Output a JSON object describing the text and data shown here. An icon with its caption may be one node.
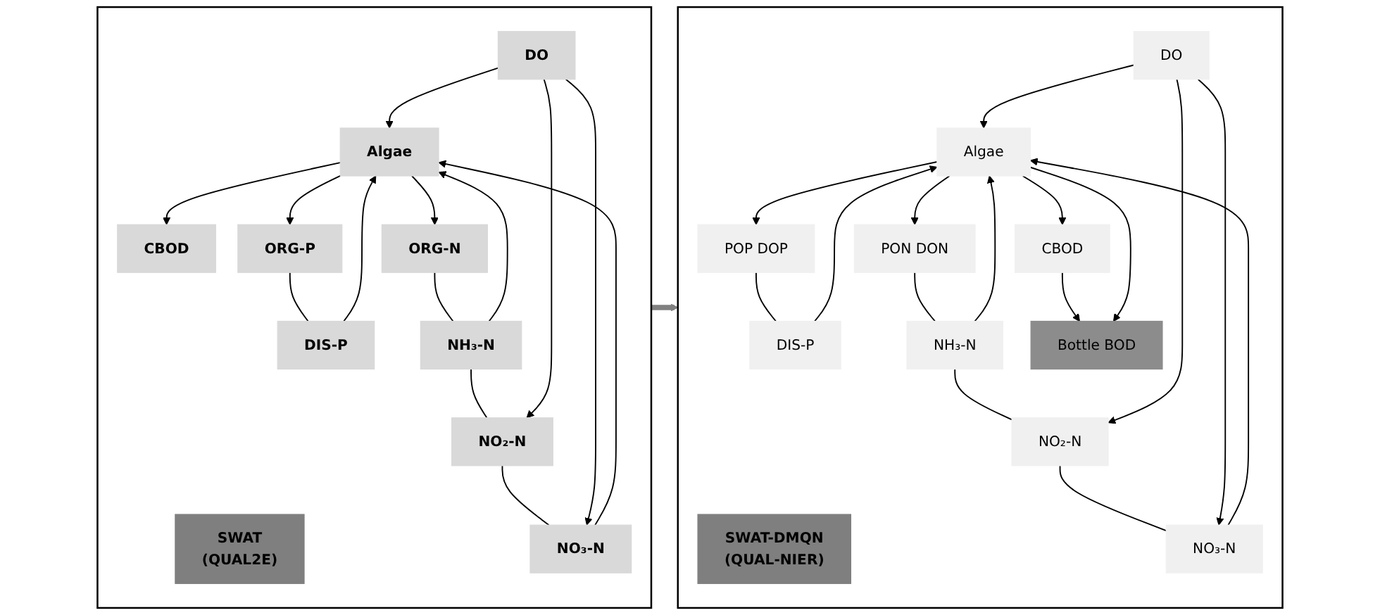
{
  "diagram": {
    "nodes": [
      {
        "text": [],
        "shape": "box"
      },
      {
        "text": [
          "SWAT",
          "(QUAL2E)"
        ],
        "in": 0
      },
      {
        "text": [
          "DO"
        ],
        "in": 0
      },
      {
        "text": [
          "CBOD"
        ],
        "in": 0
      },
      {
        "text": [
          "Algae"
        ],
        "in": 0
      },
      {
        "text": [
          "ORG-P"
        ],
        "in": 0
      },
      {
        "text": [
          "DIS-P"
        ],
        "in": 0
      },
      {
        "text": [
          "ORG-N"
        ],
        "in": 0
      },
      {
        "text": [
          "NH₃-N"
        ],
        "in": 0
      },
      {
        "text": [
          "NO₂-N"
        ],
        "in": 0
      },
      {
        "text": [
          "NO₃-N"
        ],
        "in": 0
      },
      {
        "text": [],
        "shape": "box"
      },
      {
        "text": [
          "SWAT-DMQN",
          "(QUAL-NIER)"
        ],
        "in": 11
      },
      {
        "text": [
          "DO"
        ],
        "in": 11
      },
      {
        "text": [
          "CBOD"
        ],
        "in": 11
      },
      {
        "text": [
          "Algae"
        ],
        "in": 11
      },
      {
        "text": [
          "POP DOP"
        ],
        "in": 11
      },
      {
        "text": [
          "DIS-P"
        ],
        "in": 11
      },
      {
        "text": [
          "PON DON"
        ],
        "in": 11
      },
      {
        "text": [
          "NH₃-N"
        ],
        "in": 11
      },
      {
        "text": [
          "NO₂-N"
        ],
        "in": 11
      },
      {
        "text": [
          "NO₃-N"
        ],
        "in": 11
      },
      {
        "text": [
          "Bottle BOD"
        ],
        "in": 11
      }
    ],
    "edges": [
      {
        "from": 2,
        "to": 4,
        "arrow": "to"
      },
      {
        "from": 4,
        "to": 3,
        "arrow": "to"
      },
      {
        "from": 4,
        "to": 5,
        "arrow": "to"
      },
      {
        "from": 5,
        "to": 6,
        "arrow": "none"
      },
      {
        "from": 6,
        "to": 4,
        "arrow": "to"
      },
      {
        "from": 4,
        "to": 7,
        "arrow": "to"
      },
      {
        "from": 7,
        "to": 8,
        "arrow": "none"
      },
      {
        "from": 8,
        "to": 9,
        "arrow": "none"
      },
      {
        "from": 9,
        "to": 10,
        "arrow": "none"
      },
      {
        "from": 2,
        "to": 9,
        "arrow": "to"
      },
      {
        "from": 2,
        "to": 10,
        "arrow": "to"
      },
      {
        "from": 8,
        "to": 4,
        "arrow": "to"
      },
      {
        "from": 10,
        "to": 4,
        "arrow": "to"
      },
      {
        "from": 0,
        "to": 11,
        "arrow": "to",
        "style": "thick",
        "color": "#808080"
      },
      {
        "from": 13,
        "to": 15,
        "arrow": "to"
      },
      {
        "from": 15,
        "to": 14,
        "arrow": "to"
      },
      {
        "from": 15,
        "to": 16,
        "arrow": "to"
      },
      {
        "from": 16,
        "to": 17,
        "arrow": "none"
      },
      {
        "from": 17,
        "to": 15,
        "arrow": "to"
      },
      {
        "from": 15,
        "to": 18,
        "arrow": "to"
      },
      {
        "from": 18,
        "to": 19,
        "arrow": "none"
      },
      {
        "from": 19,
        "to": 20,
        "arrow": "none"
      },
      {
        "from": 20,
        "to": 21,
        "arrow": "none"
      },
      {
        "from": 13,
        "to": 20,
        "arrow": "to"
      },
      {
        "from": 13,
        "to": 21,
        "arrow": "to"
      },
      {
        "from": 19,
        "to": 15,
        "arrow": "to"
      },
      {
        "from": 21,
        "to": 15,
        "arrow": "to"
      },
      {
        "from": 14,
        "to": 22,
        "arrow": "to"
      },
      {
        "from": 15,
        "to": 22,
        "arrow": "to"
      }
    ]
  }
}
